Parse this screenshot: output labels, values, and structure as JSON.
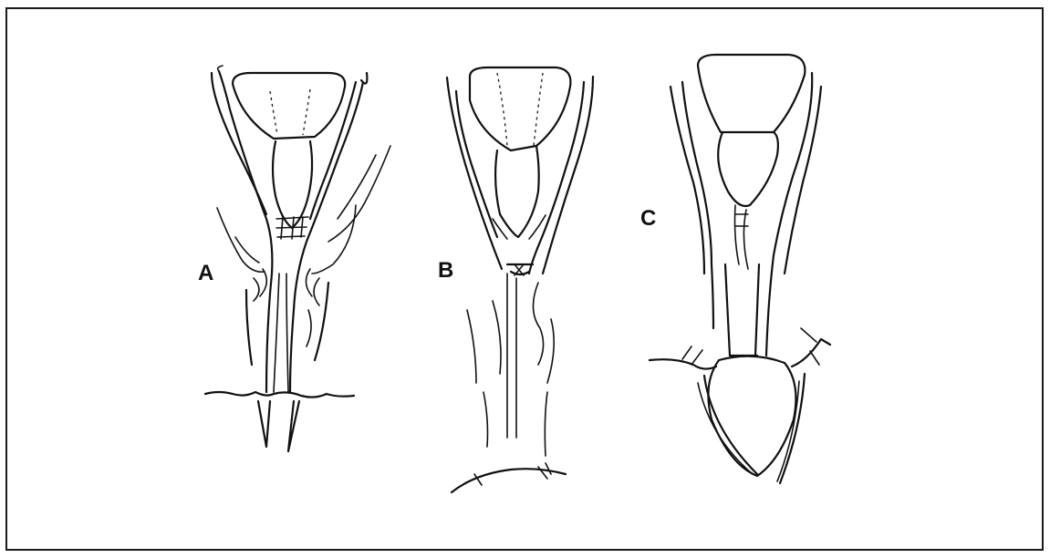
{
  "figure": {
    "panels": [
      {
        "id": "A",
        "label": "A"
      },
      {
        "id": "B",
        "label": "B"
      },
      {
        "id": "C",
        "label": "C"
      }
    ],
    "stroke_color": "#111111",
    "background_color": "#ffffff"
  }
}
